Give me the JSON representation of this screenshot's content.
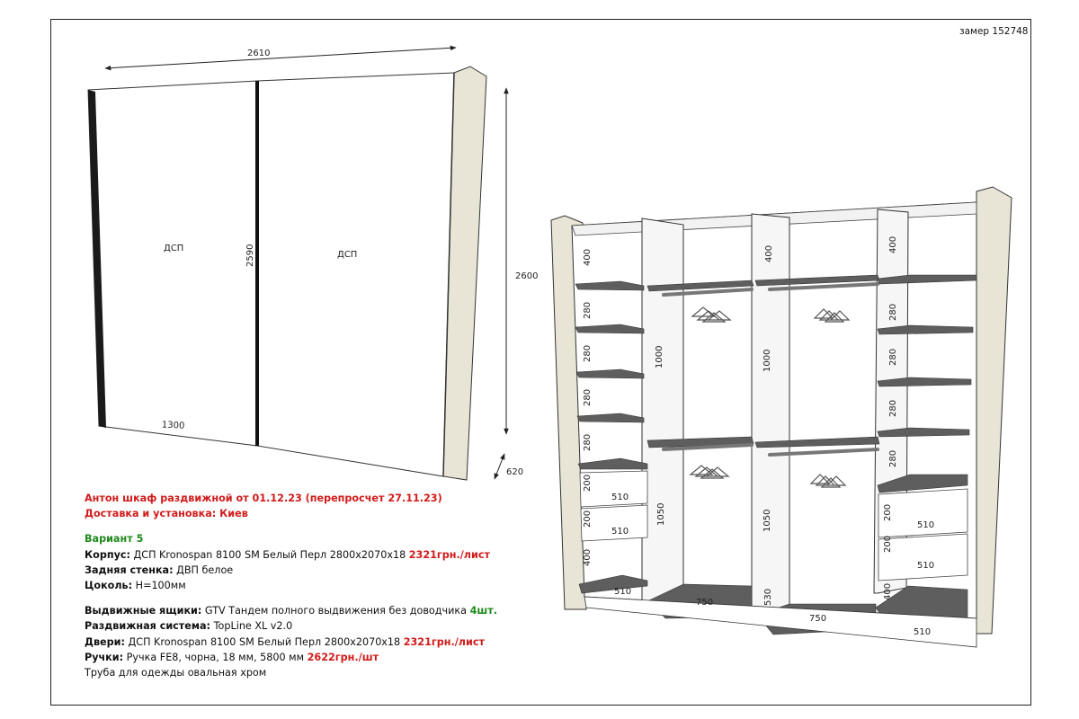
{
  "measure_id": "замер 152748",
  "front": {
    "width_total": "2610",
    "height_total": "2600",
    "door_height": "2590",
    "door_width": "1300",
    "depth": "620",
    "door_left_label": "ДСП",
    "door_right_label": "ДСП"
  },
  "interior": {
    "col1": [
      "400",
      "280",
      "280",
      "280",
      "280",
      "200",
      "200",
      "400"
    ],
    "col1_drawers": [
      "510",
      "510",
      "510"
    ],
    "col2": [
      "1000",
      "1050",
      "750"
    ],
    "col3": [
      "400",
      "1000",
      "1050",
      "530",
      "750"
    ],
    "col4": [
      "400",
      "280",
      "280",
      "280",
      "280",
      "200",
      "200",
      "400"
    ],
    "col4_drawers": [
      "510",
      "510",
      "510"
    ]
  },
  "spec": {
    "title_line1": "Антон шкаф раздвижной от 01.12.23 (перепросчет 27.11.23)",
    "title_line2": "Доставка и установка: Киев",
    "variant": "Вариант 5",
    "body": {
      "label": "Корпус:",
      "text": "ДСП Kronospan 8100 SM Белый Перл 2800x2070x18",
      "price": "2321грн./лист"
    },
    "back": {
      "label": "Задняя стенка:",
      "text": "ДВП белое"
    },
    "plinth": {
      "label": "Цоколь:",
      "text": "Н=100мм"
    },
    "drawers": {
      "label": "Выдвижные ящики:",
      "text": "GTV Тандем полного выдвижения без доводчика",
      "qty": "4шт."
    },
    "sliding": {
      "label": "Раздвижная система:",
      "text": "TopLine XL v2.0"
    },
    "doors": {
      "label": "Двери:",
      "text": "ДСП Kronospan 8100 SM Белый Перл 2800x2070x18",
      "price": "2321грн./лист"
    },
    "handles": {
      "label": "Ручки:",
      "text": "Ручка FE8, чорна, 18 мм, 5800 мм",
      "price": "2622грн./шт"
    },
    "rail": "Труба для одежды овальная хром"
  },
  "colors": {
    "red": "#d11b1b",
    "green": "#1e8a1e",
    "side_panel": "#e8e4d6",
    "shelf": "#5e5e5e"
  }
}
